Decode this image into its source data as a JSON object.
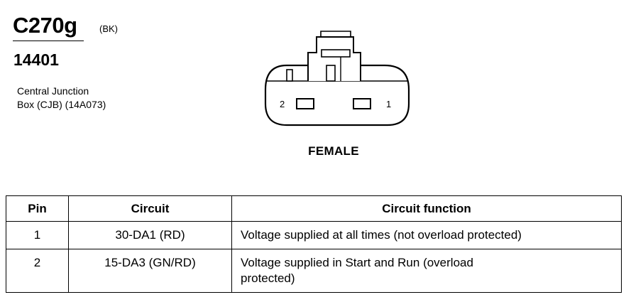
{
  "header": {
    "connector_id": "C270g",
    "color_code": "(BK)",
    "part_number": "14401",
    "location_line1": "Central Junction",
    "location_line2": "Box (CJB) (14A073)"
  },
  "connector": {
    "view_label": "FEMALE",
    "pin_left_label": "2",
    "pin_right_label": "1"
  },
  "table": {
    "headers": [
      "Pin",
      "Circuit",
      "Circuit function"
    ],
    "rows": [
      {
        "pin": "1",
        "circuit": "30-DA1 (RD)",
        "function_line1": "Voltage supplied at all times (not overload protected)",
        "function_line2": ""
      },
      {
        "pin": "2",
        "circuit": "15-DA3 (GN/RD)",
        "function_line1": "Voltage supplied in Start and Run (overload",
        "function_line2": "protected)"
      }
    ]
  }
}
